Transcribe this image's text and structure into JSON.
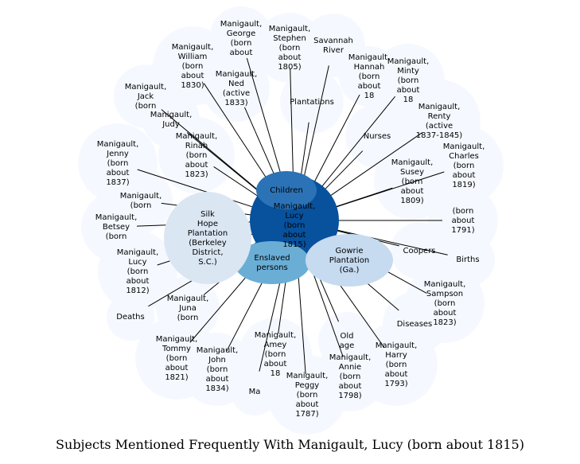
{
  "caption": "Subjects Mentioned Frequently With Manigault, Lucy (born about 1815)",
  "colors": {
    "halo": "#f5f9ff",
    "link": "#000000",
    "center": "#08519c",
    "children": "#2b73b6",
    "enslaved": "#6aaed6",
    "gowrie": "#c6dbef",
    "silk_hope": "#dbe6f3"
  },
  "center_node": {
    "label": "Manigault,\nLucy\n(born\nabout\n1815)"
  },
  "hubs": [
    {
      "id": "children",
      "label": "Children"
    },
    {
      "id": "enslaved",
      "label": "Enslaved\npersons"
    },
    {
      "id": "gowrie",
      "label": "Gowrie\nPlantation\n(Ga.)"
    },
    {
      "id": "silk_hope",
      "label": "Silk\nHope\nPlantation\n(Berkeley\nDistrict,\nS.C.)"
    }
  ],
  "leaves": [
    {
      "id": "george",
      "label": "Manigault,\nGeorge\n(born\nabout"
    },
    {
      "id": "stephen",
      "label": "Manigault,\nStephen\n(born\nabout\n1805)"
    },
    {
      "id": "savannah",
      "label": "Savannah\nRiver"
    },
    {
      "id": "plantations",
      "label": "Plantations"
    },
    {
      "id": "hannah",
      "label": "Manigault,\nHannah\n(born\nabout\n18"
    },
    {
      "id": "minty",
      "label": "Manigault,\nMinty\n(born\nabout\n18"
    },
    {
      "id": "william",
      "label": "Manigault,\nWilliam\n(born\nabout\n1830)"
    },
    {
      "id": "ned",
      "label": "Manigault,\nNed\n(active\n1833)"
    },
    {
      "id": "jack",
      "label": "Manigault,\nJack\n(born"
    },
    {
      "id": "judy",
      "label": "Manigault,\nJudy"
    },
    {
      "id": "renty",
      "label": "Manigault,\nRenty\n(active\n1837-1845)"
    },
    {
      "id": "nurses",
      "label": "Nurses"
    },
    {
      "id": "charles",
      "label": "Manigault,\nCharles\n(born\nabout\n1819)"
    },
    {
      "id": "jenny",
      "label": "Manigault,\nJenny\n(born\nabout\n1837)"
    },
    {
      "id": "rinah",
      "label": "Manigault,\nRinah\n(born\nabout\n1823)"
    },
    {
      "id": "susey",
      "label": "Manigault,\nSusey\n(born\nabout\n1809)"
    },
    {
      "id": "born1791",
      "label": "(born\nabout\n1791)"
    },
    {
      "id": "nborn",
      "label": "Manigault,\n(born"
    },
    {
      "id": "betsey",
      "label": "Manigault,\nBetsey\n(born"
    },
    {
      "id": "coopers",
      "label": "Coopers"
    },
    {
      "id": "births",
      "label": "Births"
    },
    {
      "id": "lucy1812",
      "label": "Manigault,\nLucy\n(born\nabout\n1812)"
    },
    {
      "id": "juna",
      "label": "Manigault,\nJuna\n(born"
    },
    {
      "id": "sampson",
      "label": "Manigault,\nSampson\n(born\nabout\n1823)"
    },
    {
      "id": "deaths",
      "label": "Deaths"
    },
    {
      "id": "diseases",
      "label": "Diseases"
    },
    {
      "id": "tommy",
      "label": "Manigault,\nTommy\n(born\nabout\n1821)"
    },
    {
      "id": "john",
      "label": "Manigault,\nJohn\n(born\nabout\n1834)"
    },
    {
      "id": "amey",
      "label": "Manigault,\nAmey\n(born\nabout\n18"
    },
    {
      "id": "old_age",
      "label": "Old\nage"
    },
    {
      "id": "annie",
      "label": "Manigault,\nAnnie\n(born\nabout\n1798)"
    },
    {
      "id": "harry",
      "label": "Manigault,\nHarry\n(born\nabout\n1793)"
    },
    {
      "id": "peggy",
      "label": "Manigault,\nPeggy\n(born\nabout\n1787)"
    },
    {
      "id": "abbreviation",
      "label": "Ma"
    }
  ]
}
